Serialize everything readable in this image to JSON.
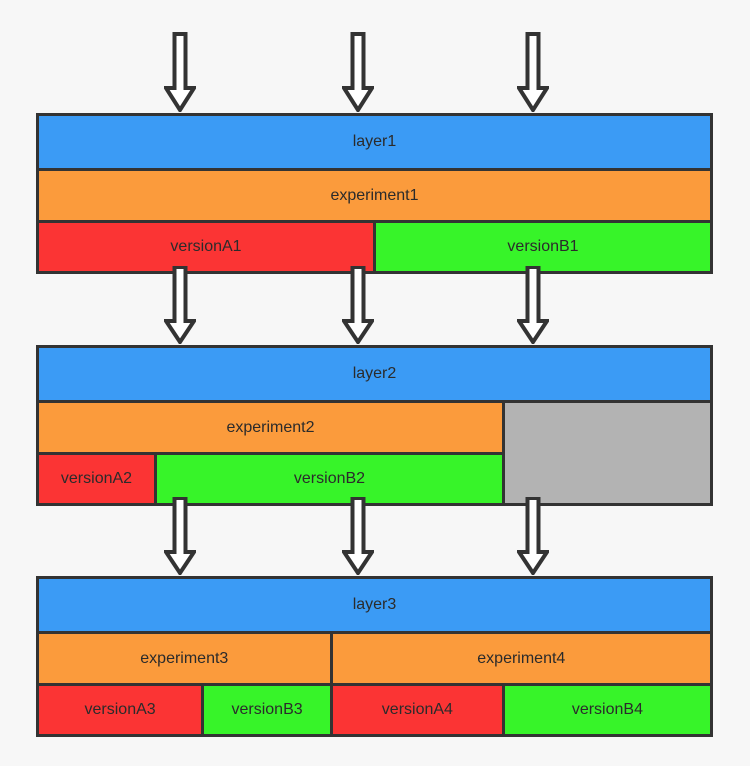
{
  "diagram": {
    "title": "layered experiment versioning diagram",
    "background": "#f7f7f7",
    "colors": {
      "layer": "#3b9bf5",
      "experiment": "#fb9b3c",
      "versionA": "#fb3434",
      "versionB": "#37f429",
      "unused": "#b3b3b3",
      "border": "#333333",
      "text": "#2b2b2b",
      "arrow_fill": "#ffffff",
      "arrow_stroke": "#333333"
    },
    "arrow_rows": [
      {
        "name": "arrows-into-layer1",
        "count": 3
      },
      {
        "name": "arrows-into-layer2",
        "count": 3
      },
      {
        "name": "arrows-into-layer3",
        "count": 3
      }
    ],
    "layers": [
      {
        "id": "layer1",
        "layer_label": "layer1",
        "experiments": [
          {
            "label": "experiment1",
            "width_pct": 100
          }
        ],
        "versions": [
          {
            "label": "versionA1",
            "type": "A",
            "width_pct": 50
          },
          {
            "label": "versionB1",
            "type": "B",
            "width_pct": 50
          }
        ],
        "unused_label": ""
      },
      {
        "id": "layer2",
        "layer_label": "layer2",
        "experiments": [
          {
            "label": "experiment2",
            "width_pct": 100
          }
        ],
        "versions": [
          {
            "label": "versionA2",
            "type": "A",
            "width_pct": 25
          },
          {
            "label": "versionB2",
            "type": "B",
            "width_pct": 75
          }
        ],
        "unused_label": "",
        "used_pct": 69,
        "unused_pct": 31
      },
      {
        "id": "layer3",
        "layer_label": "layer3",
        "experiments": [
          {
            "label": "experiment3",
            "width_pct": 43.5
          },
          {
            "label": "experiment4",
            "width_pct": 56.5
          }
        ],
        "versions": [
          {
            "label": "versionA3",
            "type": "A",
            "width_pct": 24.5
          },
          {
            "label": "versionB3",
            "type": "B",
            "width_pct": 19
          },
          {
            "label": "versionA4",
            "type": "A",
            "width_pct": 25.5
          },
          {
            "label": "versionB4",
            "type": "B",
            "width_pct": 31
          }
        ],
        "unused_label": ""
      }
    ]
  }
}
